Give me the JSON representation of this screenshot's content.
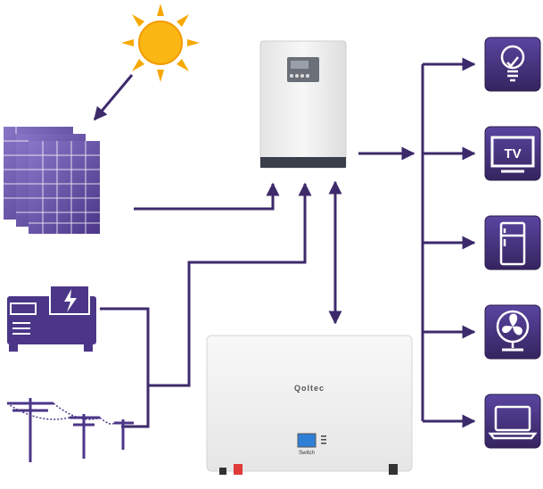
{
  "colors": {
    "line": "#3d2a6b",
    "purple": "#4b3688",
    "purple_light": "#7a66b8",
    "sun": "#f7a800",
    "sun_core": "#fbb713",
    "inverter": "#f2f2f2",
    "battery": "#f4f4f4"
  },
  "battery": {
    "brand": "Qoltec",
    "switch_label": "Switch"
  },
  "appliances": [
    {
      "name": "bulb",
      "icon": "light-bulb-icon"
    },
    {
      "name": "tv",
      "icon": "tv-icon",
      "label": "TV"
    },
    {
      "name": "fridge",
      "icon": "fridge-icon"
    },
    {
      "name": "fan",
      "icon": "fan-icon"
    },
    {
      "name": "laptop",
      "icon": "laptop-icon"
    }
  ],
  "sources": [
    {
      "name": "sun",
      "icon": "sun-icon"
    },
    {
      "name": "solar-panels",
      "icon": "solar-panel-icon"
    },
    {
      "name": "generator",
      "icon": "generator-icon"
    },
    {
      "name": "power-grid",
      "icon": "power-line-icon"
    }
  ]
}
